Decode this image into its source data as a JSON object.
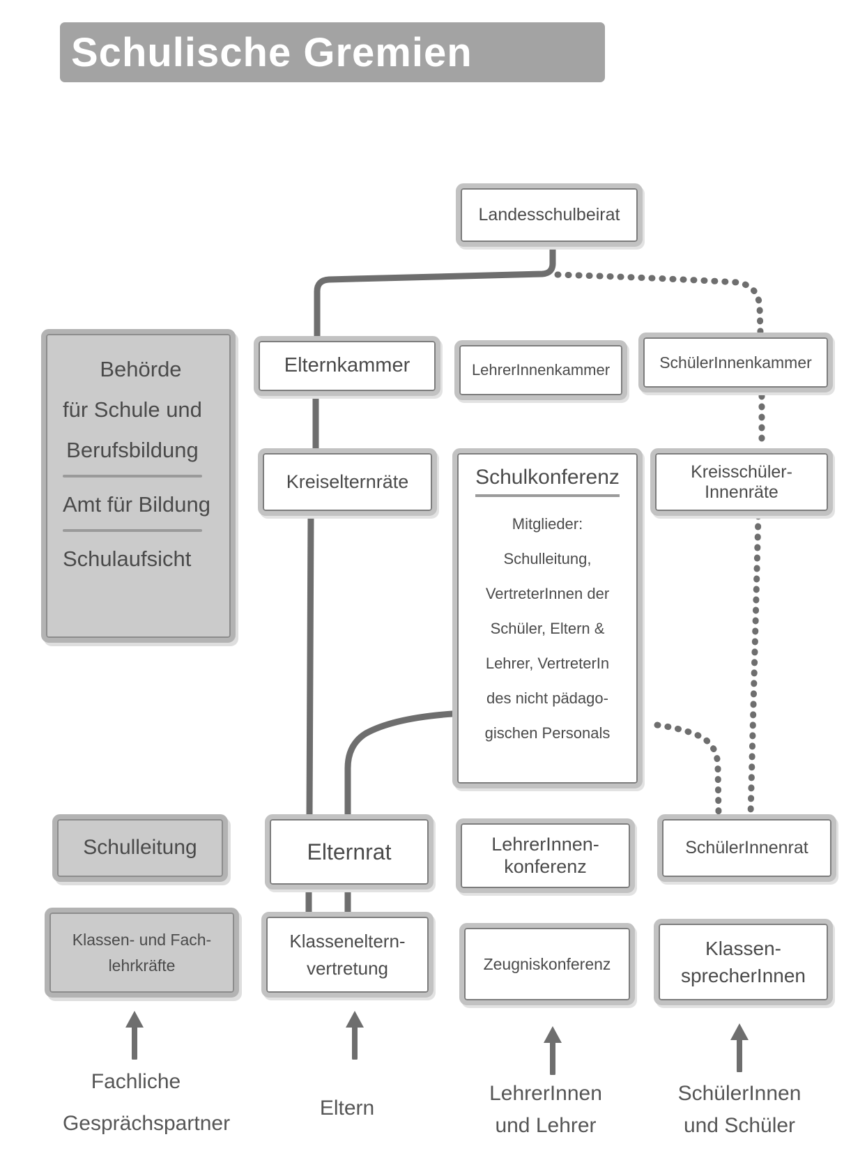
{
  "title": "Schulische Gremien",
  "colors": {
    "title_bar": "#a3a3a3",
    "box_border": "#c2c2c2",
    "gray_box_fill": "#cbcbcb",
    "connector": "#6e6e6e",
    "text": "#4a4a4a"
  },
  "nodes": {
    "landesschulbeirat": {
      "lines": [
        "Landesschulbeirat"
      ]
    },
    "elternkammer": {
      "lines": [
        "Elternkammer"
      ]
    },
    "lehrerinnenkammer": {
      "lines": [
        "LehrerInnenkammer"
      ]
    },
    "schuelerinnenkammer": {
      "lines": [
        "SchülerInnenkammer"
      ]
    },
    "behoerde": {
      "lines": [
        "Behörde",
        "für Schule und",
        "Berufsbildung"
      ],
      "amt": "Amt für Bildung",
      "schulaufsicht": "Schulaufsicht"
    },
    "kreiselternraete": {
      "lines": [
        "Kreiselternräte"
      ]
    },
    "schulkonferenz": {
      "title": "Schulkonferenz",
      "members": [
        "Mitglieder:",
        "Schulleitung,",
        "VertreterInnen der",
        "Schüler, Eltern &",
        "Lehrer, VertreterIn",
        "des nicht pädago-",
        "gischen Personals"
      ]
    },
    "kreisschuelerinnenraete": {
      "lines": [
        "Kreisschüler-",
        "Innenräte"
      ]
    },
    "schulleitung": {
      "lines": [
        "Schulleitung"
      ]
    },
    "elternrat": {
      "lines": [
        "Elternrat"
      ]
    },
    "lehrerinnenkonferenz": {
      "lines": [
        "LehrerInnen-",
        "konferenz"
      ]
    },
    "schuelerinnenrat": {
      "lines": [
        "SchülerInnenrat"
      ]
    },
    "klassen_fachlehrkraefte": {
      "lines": [
        "Klassen- und Fach-",
        "lehrkräfte"
      ]
    },
    "klassenelternvertretung": {
      "lines": [
        "Klasseneltern-",
        "vertretung"
      ]
    },
    "zeugniskonferenz": {
      "lines": [
        "Zeugniskonferenz"
      ]
    },
    "klassensprecherinnen": {
      "lines": [
        "Klassen-",
        "sprecherInnen"
      ]
    }
  },
  "sources": {
    "fachliche": [
      "Fachliche",
      "Gesprächspartner"
    ],
    "eltern": [
      "Eltern"
    ],
    "lehrer": [
      "LehrerInnen",
      "und Lehrer"
    ],
    "schueler": [
      "SchülerInnen",
      "und Schüler"
    ]
  },
  "icons": {
    "arrow": "up-arrow-icon"
  }
}
